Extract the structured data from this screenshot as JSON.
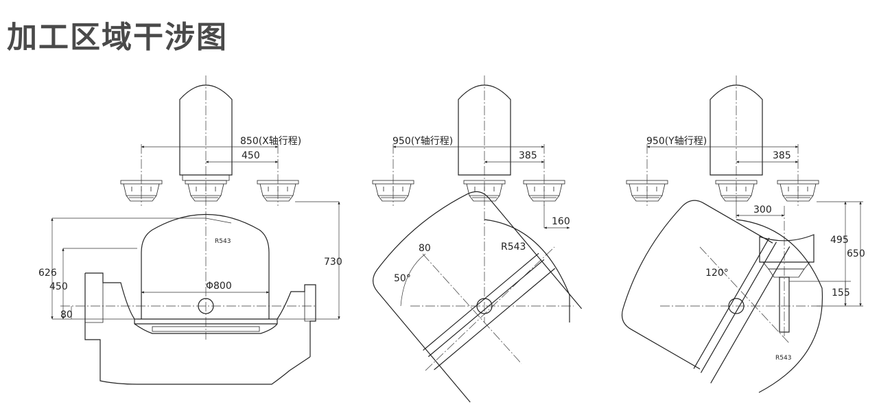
{
  "title": "加工区域干涉图",
  "diagram_1": {
    "travel_label": "850(X轴行程)",
    "offset_label": "450",
    "radius_label": "R543",
    "diameter_label": "Φ800",
    "height_626": "626",
    "height_450": "450",
    "height_80": "80",
    "height_730": "730"
  },
  "diagram_2": {
    "travel_label": "950(Y轴行程)",
    "offset_label": "385",
    "label_160": "160",
    "label_80": "80",
    "radius_label": "R543",
    "angle_label": "50°"
  },
  "diagram_3": {
    "travel_label": "950(Y轴行程)",
    "offset_label": "385",
    "label_300": "300",
    "label_495": "495",
    "label_650": "650",
    "label_155": "155",
    "angle_label": "120°",
    "radius_label": "R543"
  }
}
